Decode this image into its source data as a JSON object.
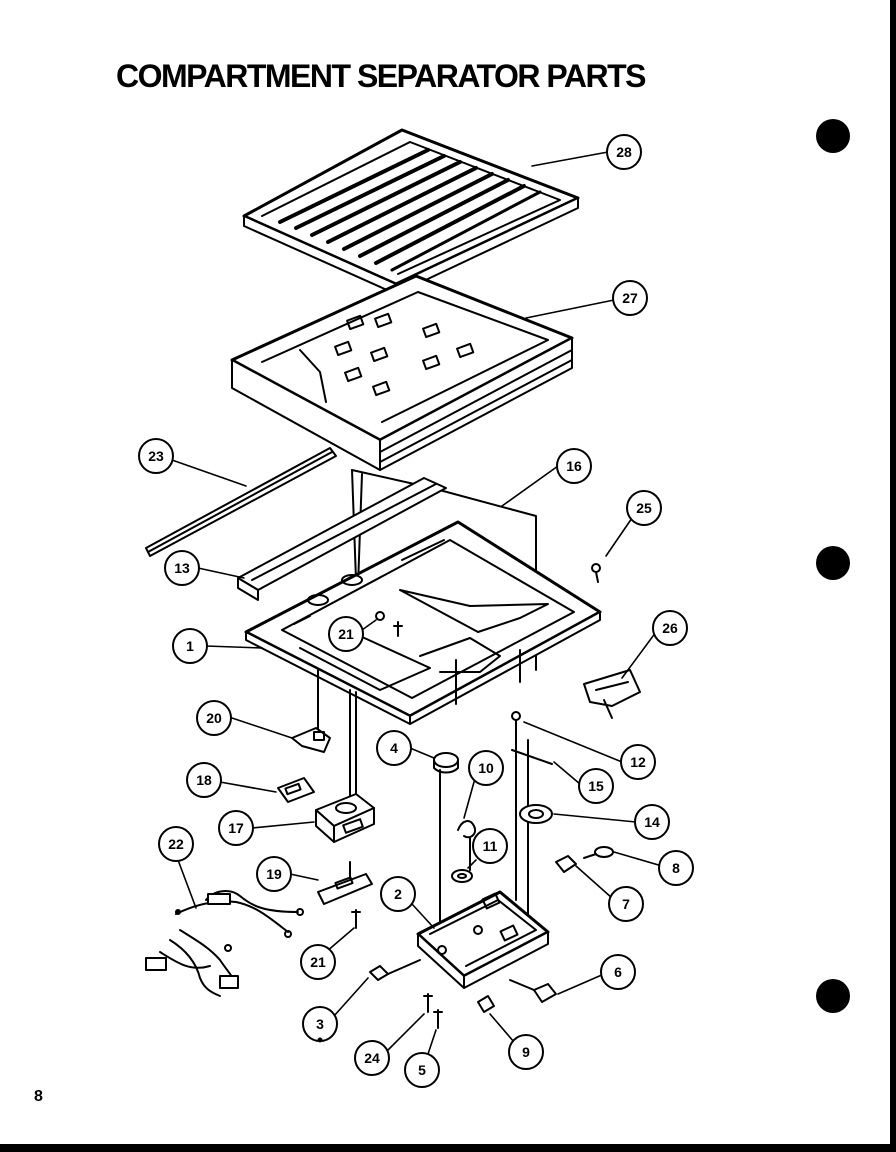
{
  "title": "COMPARTMENT SEPARATOR PARTS",
  "page_number": "8",
  "colors": {
    "ink": "#000000",
    "paper": "#ffffff"
  },
  "callouts": [
    {
      "id": "28",
      "label": "28"
    },
    {
      "id": "27",
      "label": "27"
    },
    {
      "id": "23",
      "label": "23"
    },
    {
      "id": "16",
      "label": "16"
    },
    {
      "id": "25",
      "label": "25"
    },
    {
      "id": "13",
      "label": "13"
    },
    {
      "id": "26",
      "label": "26"
    },
    {
      "id": "1",
      "label": "1"
    },
    {
      "id": "21a",
      "label": "21"
    },
    {
      "id": "20",
      "label": "20"
    },
    {
      "id": "4",
      "label": "4"
    },
    {
      "id": "12",
      "label": "12"
    },
    {
      "id": "10",
      "label": "10"
    },
    {
      "id": "15",
      "label": "15"
    },
    {
      "id": "18",
      "label": "18"
    },
    {
      "id": "14",
      "label": "14"
    },
    {
      "id": "17",
      "label": "17"
    },
    {
      "id": "11",
      "label": "11"
    },
    {
      "id": "22",
      "label": "22"
    },
    {
      "id": "8",
      "label": "8"
    },
    {
      "id": "19",
      "label": "19"
    },
    {
      "id": "7",
      "label": "7"
    },
    {
      "id": "2",
      "label": "2"
    },
    {
      "id": "21b",
      "label": "21"
    },
    {
      "id": "6",
      "label": "6"
    },
    {
      "id": "3",
      "label": "3"
    },
    {
      "id": "9",
      "label": "9"
    },
    {
      "id": "24",
      "label": "24"
    },
    {
      "id": "5",
      "label": "5"
    }
  ]
}
